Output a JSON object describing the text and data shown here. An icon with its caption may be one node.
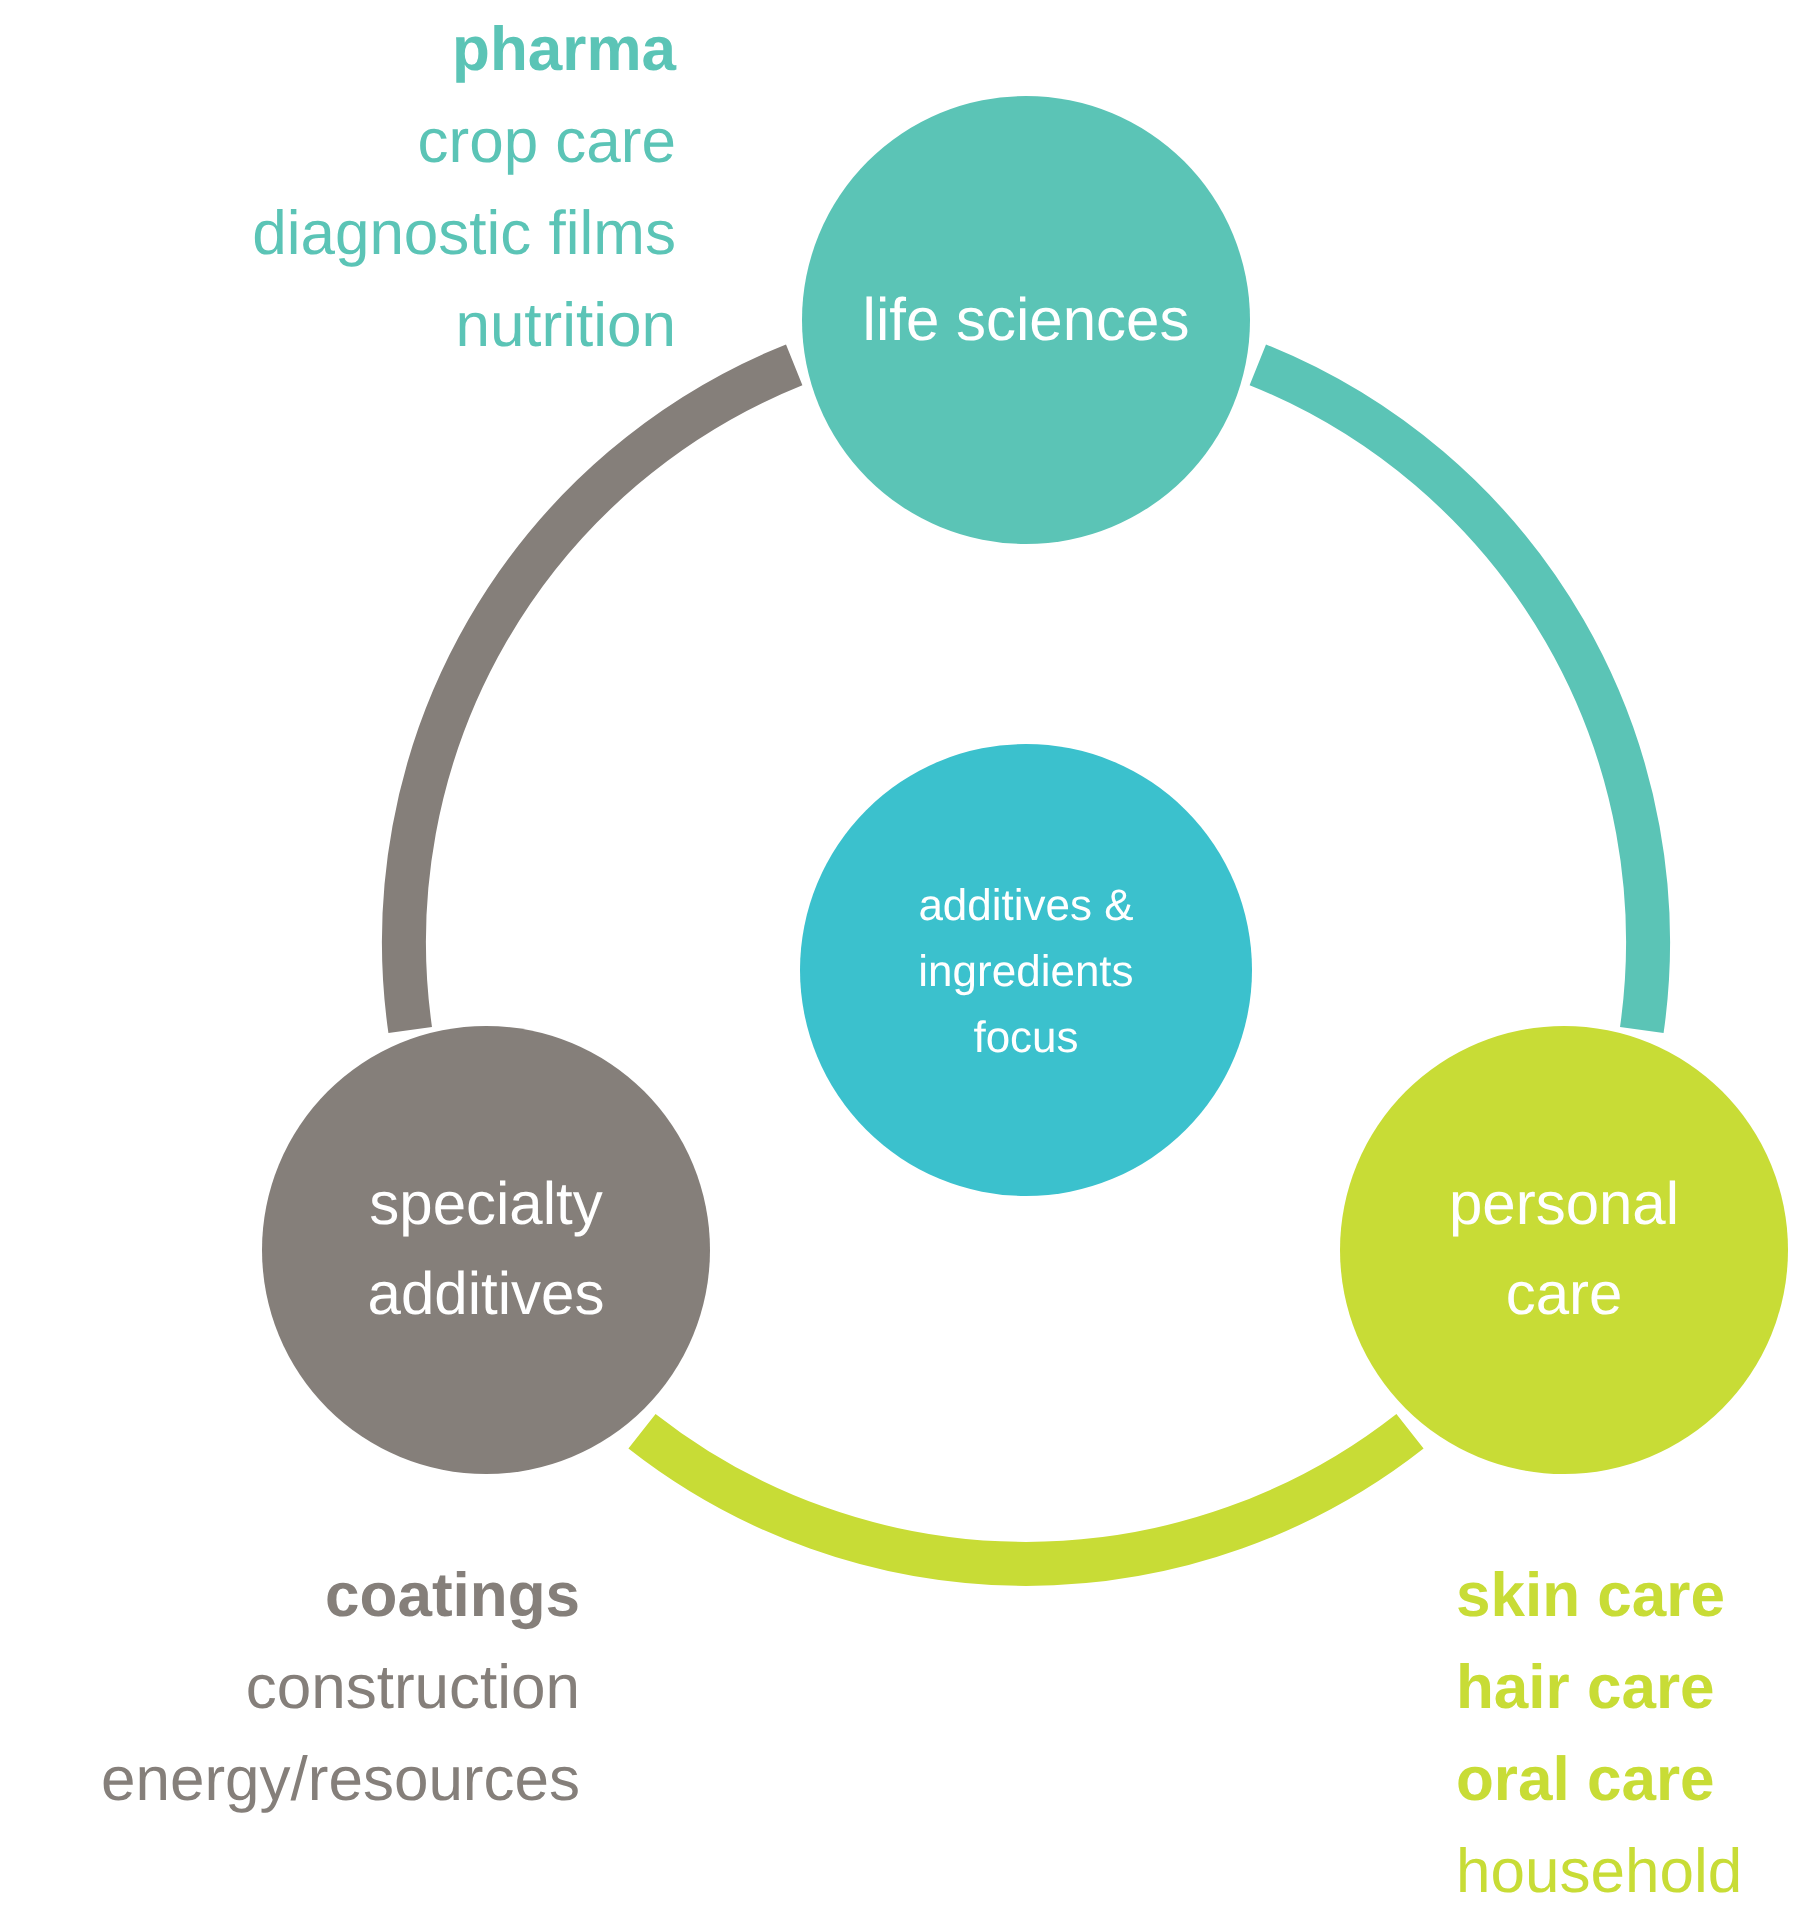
{
  "diagram": {
    "nodes": [
      {
        "text": [
          "life sciences"
        ],
        "beside": [
          "**pharma**",
          "crop care",
          "diagnostic films",
          "nutrition"
        ]
      },
      {
        "text": [
          "additives & ingredients focus"
        ]
      },
      {
        "text": [
          "specialty additives"
        ],
        "beside": [
          "**coatings**",
          "construction",
          "energy/resources"
        ]
      },
      {
        "text": [
          "personal care"
        ],
        "beside": [
          "**skin care**",
          "**hair care**",
          "**oral care**",
          "household"
        ]
      }
    ],
    "edges": [
      {
        "from": 0,
        "to": 3,
        "arrow": "none",
        "color": "#5bc4b6"
      },
      {
        "from": 3,
        "to": 2,
        "arrow": "none",
        "color": "#c8dc36"
      },
      {
        "from": 2,
        "to": 0,
        "arrow": "none",
        "color": "#857f7a"
      }
    ]
  }
}
